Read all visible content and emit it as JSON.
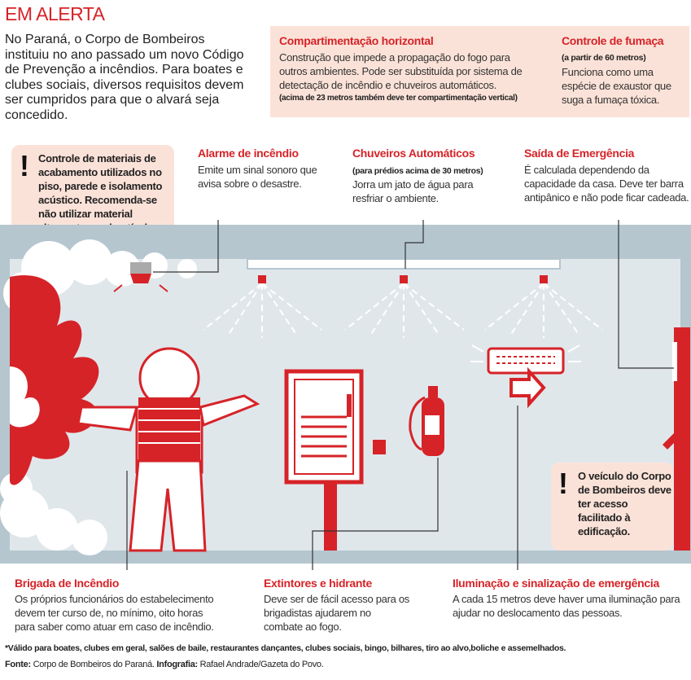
{
  "kicker": "EM ALERTA",
  "intro": "No Paraná, o Corpo de Bombeiros instituiu no ano passado um novo Código de Prevenção a incêndios. Para boates e clubes sociais, diversos requisitos devem ser cumpridos para que o alvará seja concedido.",
  "compartimentacao": {
    "title": "Compartimentação horizontal",
    "text": "Construção que impede a propagação do fogo para outros ambientes. Pode ser substituída por sistema de detectação de incêndio e chuveiros automáticos.",
    "note": "(acima de 23 metros também deve ter compartimentação vertical)"
  },
  "fumaca": {
    "title": "Controle de fumaça",
    "note": "(a partir de 60 metros)",
    "text": "Funciona como uma espécie de exaustor que suga a fumaça tóxica."
  },
  "materiais": {
    "mark": "!",
    "text": "Controle de materiais de acabamento utilizados no piso, parede e isolamento acústico. Recomenda-se não utilizar material altamente combustível."
  },
  "alarme": {
    "title": "Alarme de incêndio",
    "text": "Emite um sinal sonoro que avisa sobre o desastre."
  },
  "chuveiros": {
    "title": "Chuveiros Automáticos",
    "note": "(para prédios acima de 30 metros)",
    "text": "Jorra um jato de água para resfriar o ambiente."
  },
  "saida": {
    "title": "Saída de Emergência",
    "text": "É calculada dependendo da capacidade da casa. Deve ter barra antipânico e não pode ficar cadeada."
  },
  "veiculo": {
    "mark": "!",
    "text": "O veículo do Corpo de Bombeiros deve ter acesso facilitado à edificação."
  },
  "brigada": {
    "title": "Brigada de Incêndio",
    "text": "Os próprios funcionários do estabelecimento devem ter curso de, no mínimo, oito horas para saber como atuar em caso de incêndio."
  },
  "extintores": {
    "title": "Extintores e hidrante",
    "text": "Deve ser de fácil acesso para os brigadistas ajudarem no combate ao fogo."
  },
  "iluminacao": {
    "title": "Iluminação e sinalização de emergência",
    "text": "A cada 15 metros deve haver uma iluminação para ajudar no deslocamento das pessoas."
  },
  "footnote": "*Válido para boates, clubes em geral, salões de baile, restaurantes dançantes, clubes sociais, bingo, bilhares, tiro ao alvo,boliche e assemelhados.",
  "fonte": {
    "label": "Fonte:",
    "source": "Corpo de Bombeiros do Paraná.",
    "infographic_label": "Infografia:",
    "credit": "Rafael Andrade/Gazeta do Povo."
  },
  "colors": {
    "red": "#d62328",
    "wall": "#dfe6ea",
    "frame": "#a9bcc6",
    "pink": "#fbe2d8"
  }
}
